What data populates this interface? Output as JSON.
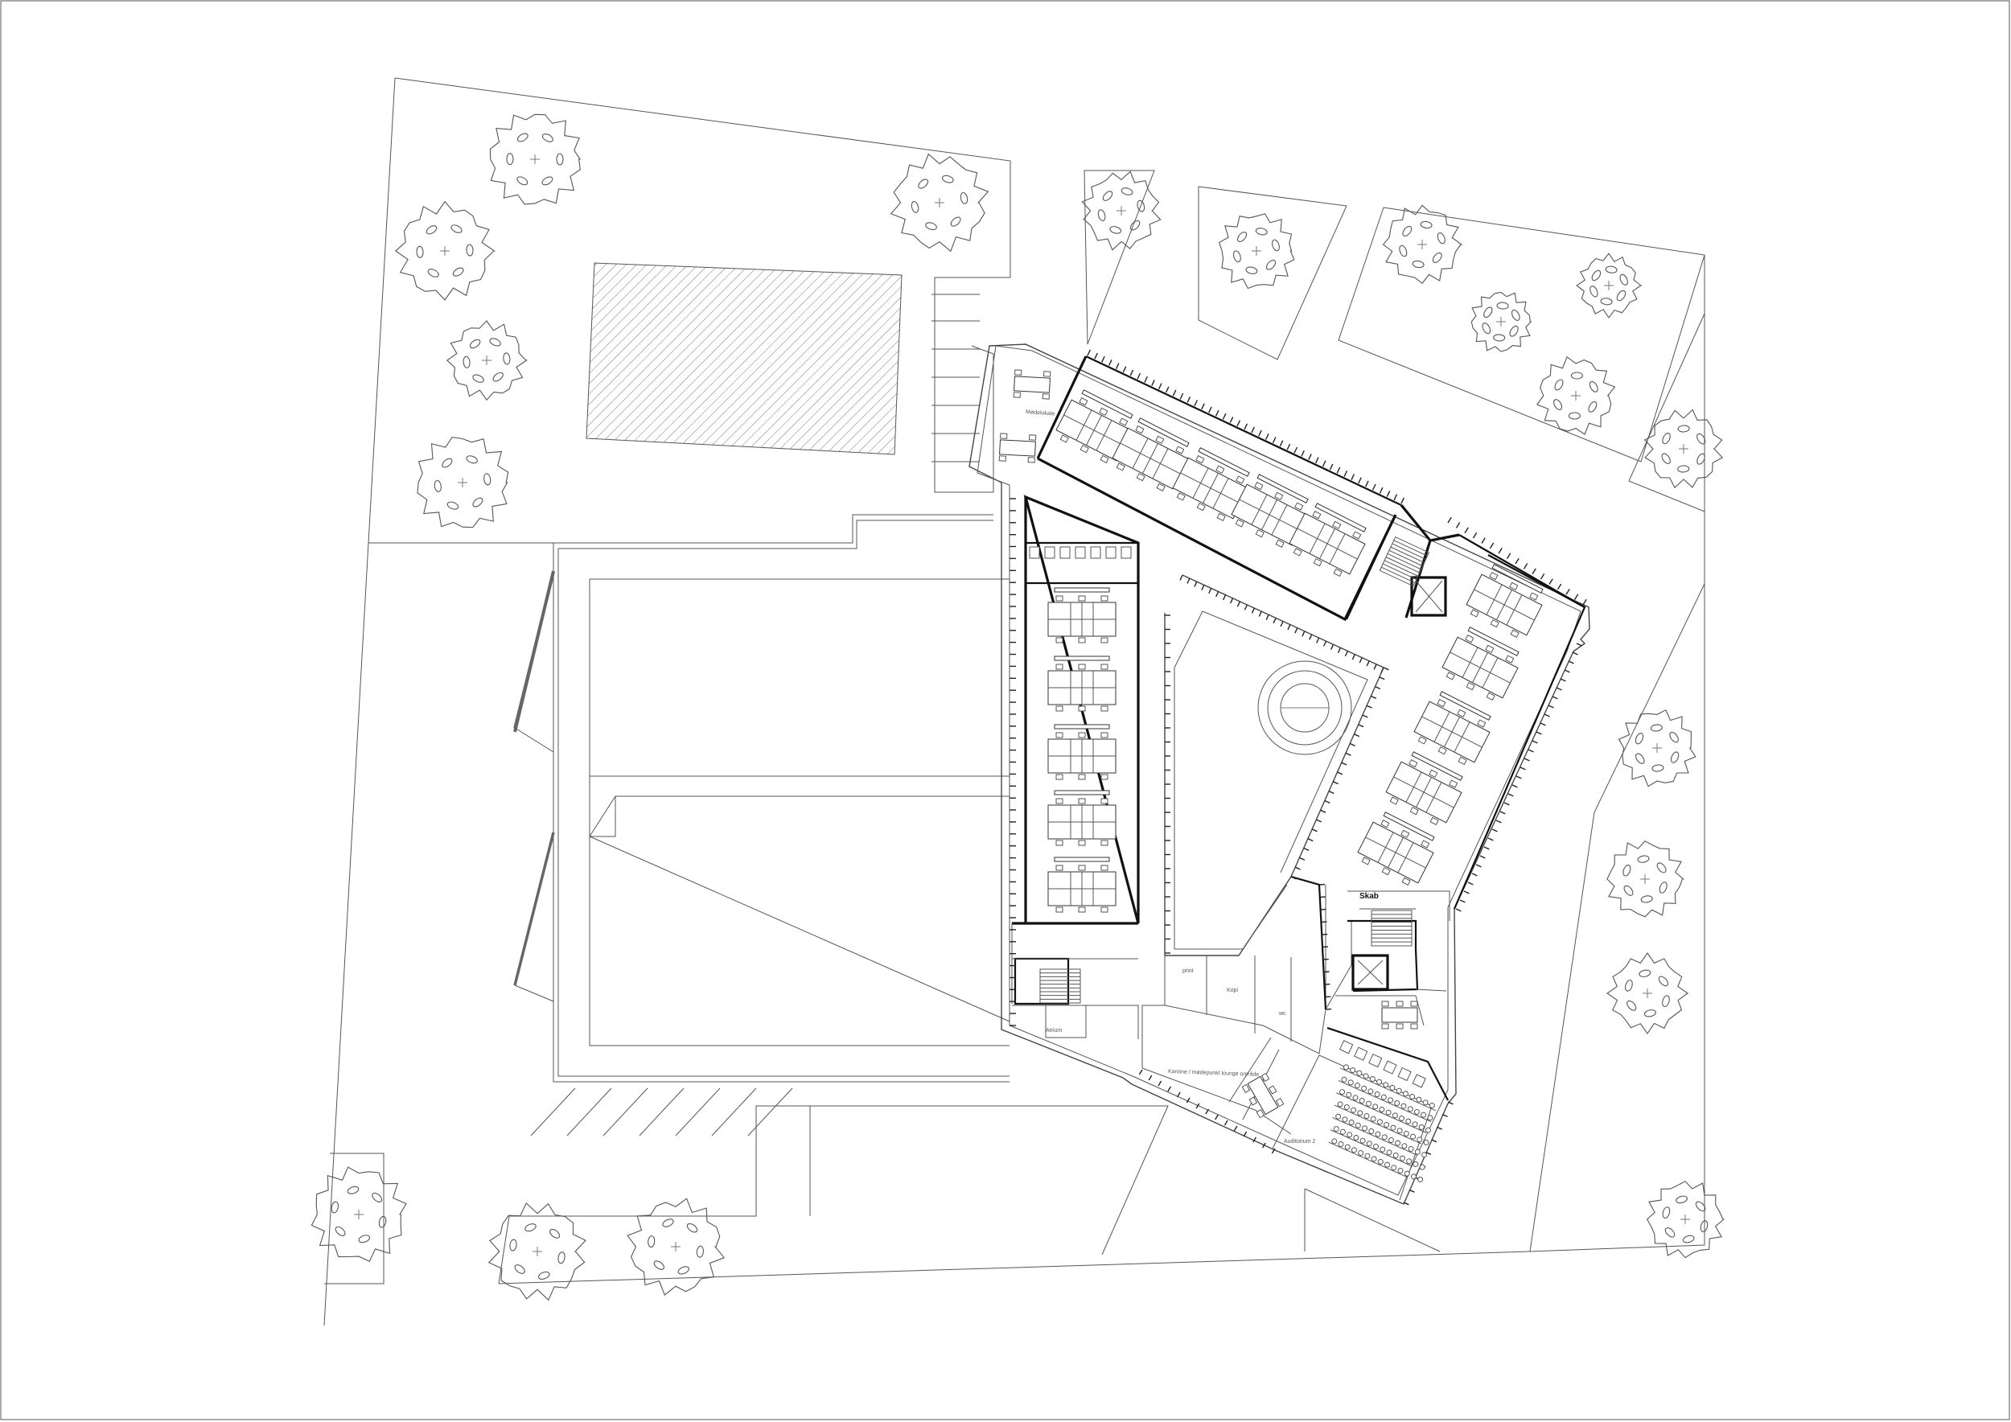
{
  "plan": {
    "room_labels": [
      {
        "id": "meeting_top",
        "text": "Mødelokale"
      },
      {
        "id": "skab",
        "text": "Skab"
      },
      {
        "id": "print",
        "text": "print"
      },
      {
        "id": "kopi",
        "text": "Kopi"
      },
      {
        "id": "wc",
        "text": "wc"
      },
      {
        "id": "atrium",
        "text": "Atrium"
      },
      {
        "id": "lounge",
        "text": "Kantine / mødepunkt lounge område"
      },
      {
        "id": "auditorium",
        "text": "Auditorium 2"
      }
    ]
  },
  "colors": {
    "line": "#555555",
    "wall": "#111111",
    "paper": "#ffffff"
  }
}
